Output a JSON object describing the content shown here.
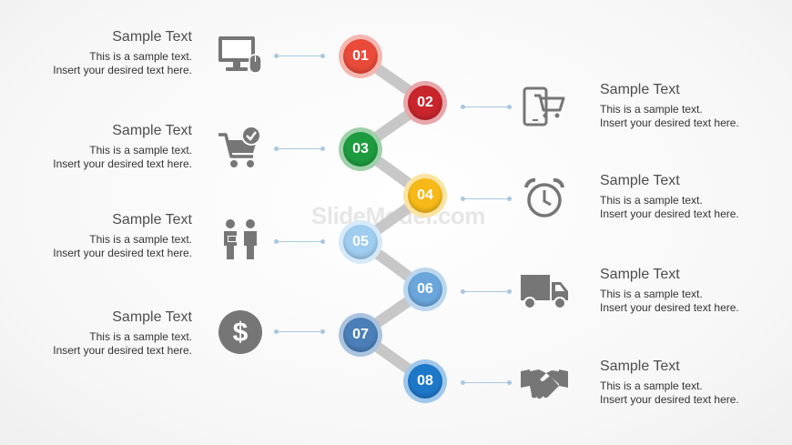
{
  "watermark": "SlideModel.com",
  "colors": {
    "n1": "#ea4a3a",
    "n2": "#c9252c",
    "n3": "#1e9b3e",
    "n4": "#f7b918",
    "n5": "#9fcdef",
    "n6": "#6aa6db",
    "n7": "#4a7fb8",
    "n8": "#1d78c9",
    "connector": "#c9c9c9",
    "icon": "#767676"
  },
  "steps": [
    {
      "number": "01",
      "title": "Sample Text",
      "line1": "This is a sample text.",
      "line2": "Insert your desired text here.",
      "icon": "monitor-mouse-icon"
    },
    {
      "number": "02",
      "title": "Sample Text",
      "line1": "This is a sample text.",
      "line2": "Insert your desired text here.",
      "icon": "mobile-shopping-cart-icon"
    },
    {
      "number": "03",
      "title": "Sample Text",
      "line1": "This is a sample text.",
      "line2": "Insert your desired text here.",
      "icon": "cart-checkmark-icon"
    },
    {
      "number": "04",
      "title": "Sample Text",
      "line1": "This is a sample text.",
      "line2": "Insert your desired text here.",
      "icon": "alarm-clock-icon"
    },
    {
      "number": "05",
      "title": "Sample Text",
      "line1": "This is a sample text.",
      "line2": "Insert your desired text here.",
      "icon": "two-people-icon"
    },
    {
      "number": "06",
      "title": "Sample Text",
      "line1": "This is a sample text.",
      "line2": "Insert your desired text here.",
      "icon": "delivery-truck-icon"
    },
    {
      "number": "07",
      "title": "Sample Text",
      "line1": "This is a sample text.",
      "line2": "Insert your desired text here.",
      "icon": "dollar-coin-icon"
    },
    {
      "number": "08",
      "title": "Sample Text",
      "line1": "This is a sample text.",
      "line2": "Insert your desired text here.",
      "icon": "handshake-icon"
    }
  ]
}
